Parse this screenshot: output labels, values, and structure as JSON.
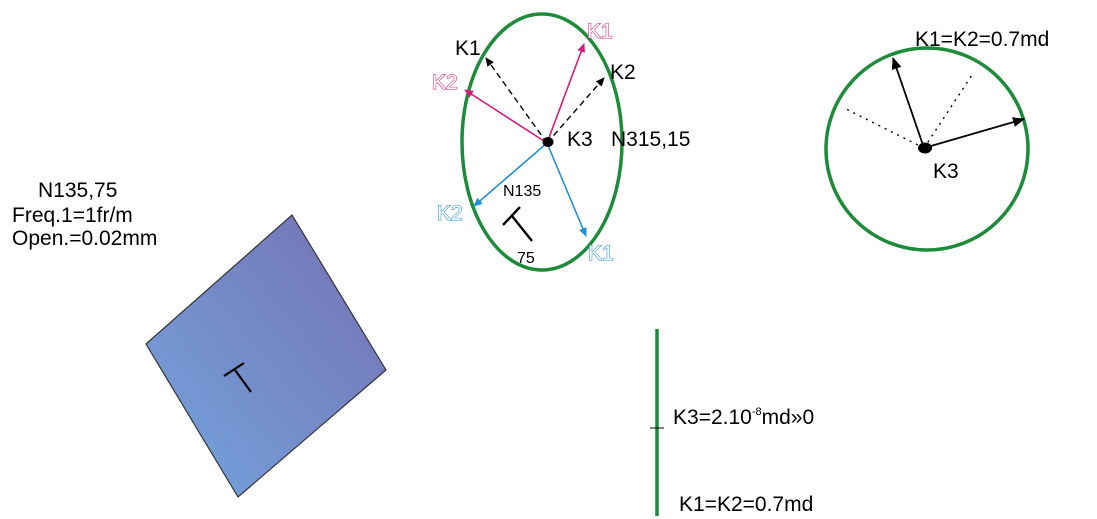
{
  "fracture": {
    "label_orientation": "N135,75",
    "label_freq": "Freq.1=1fr/m",
    "label_open": "Open.=0.02mm",
    "fill_gradient_start": "#74a5de",
    "fill_gradient_end": "#7470b2"
  },
  "ellipse": {
    "label_k1_top_black": "K1",
    "label_k1_top_magenta": "K1",
    "label_k2_top_black": "K2",
    "label_k2_top_magenta": "K2",
    "label_k3": "K3",
    "label_orientation": "N315,15",
    "label_strike": "N135",
    "label_dip": "75",
    "label_k2_blue": "K2",
    "label_k1_blue": "K1",
    "outline_color": "#1e8b3a",
    "magenta": "#d81b7a",
    "blue": "#1e90d6"
  },
  "circle": {
    "label_k1_k2": "K1=K2=0.7md",
    "label_k3": "K3",
    "outline_color": "#1e8b3a"
  },
  "line_tensor": {
    "label_k3_prefix": "K3=2.10",
    "label_k3_exp": "-8",
    "label_k3_suffix": "md»0",
    "label_k1_k2": "K1=K2=0.7md",
    "line_color": "#1e8b3a"
  }
}
